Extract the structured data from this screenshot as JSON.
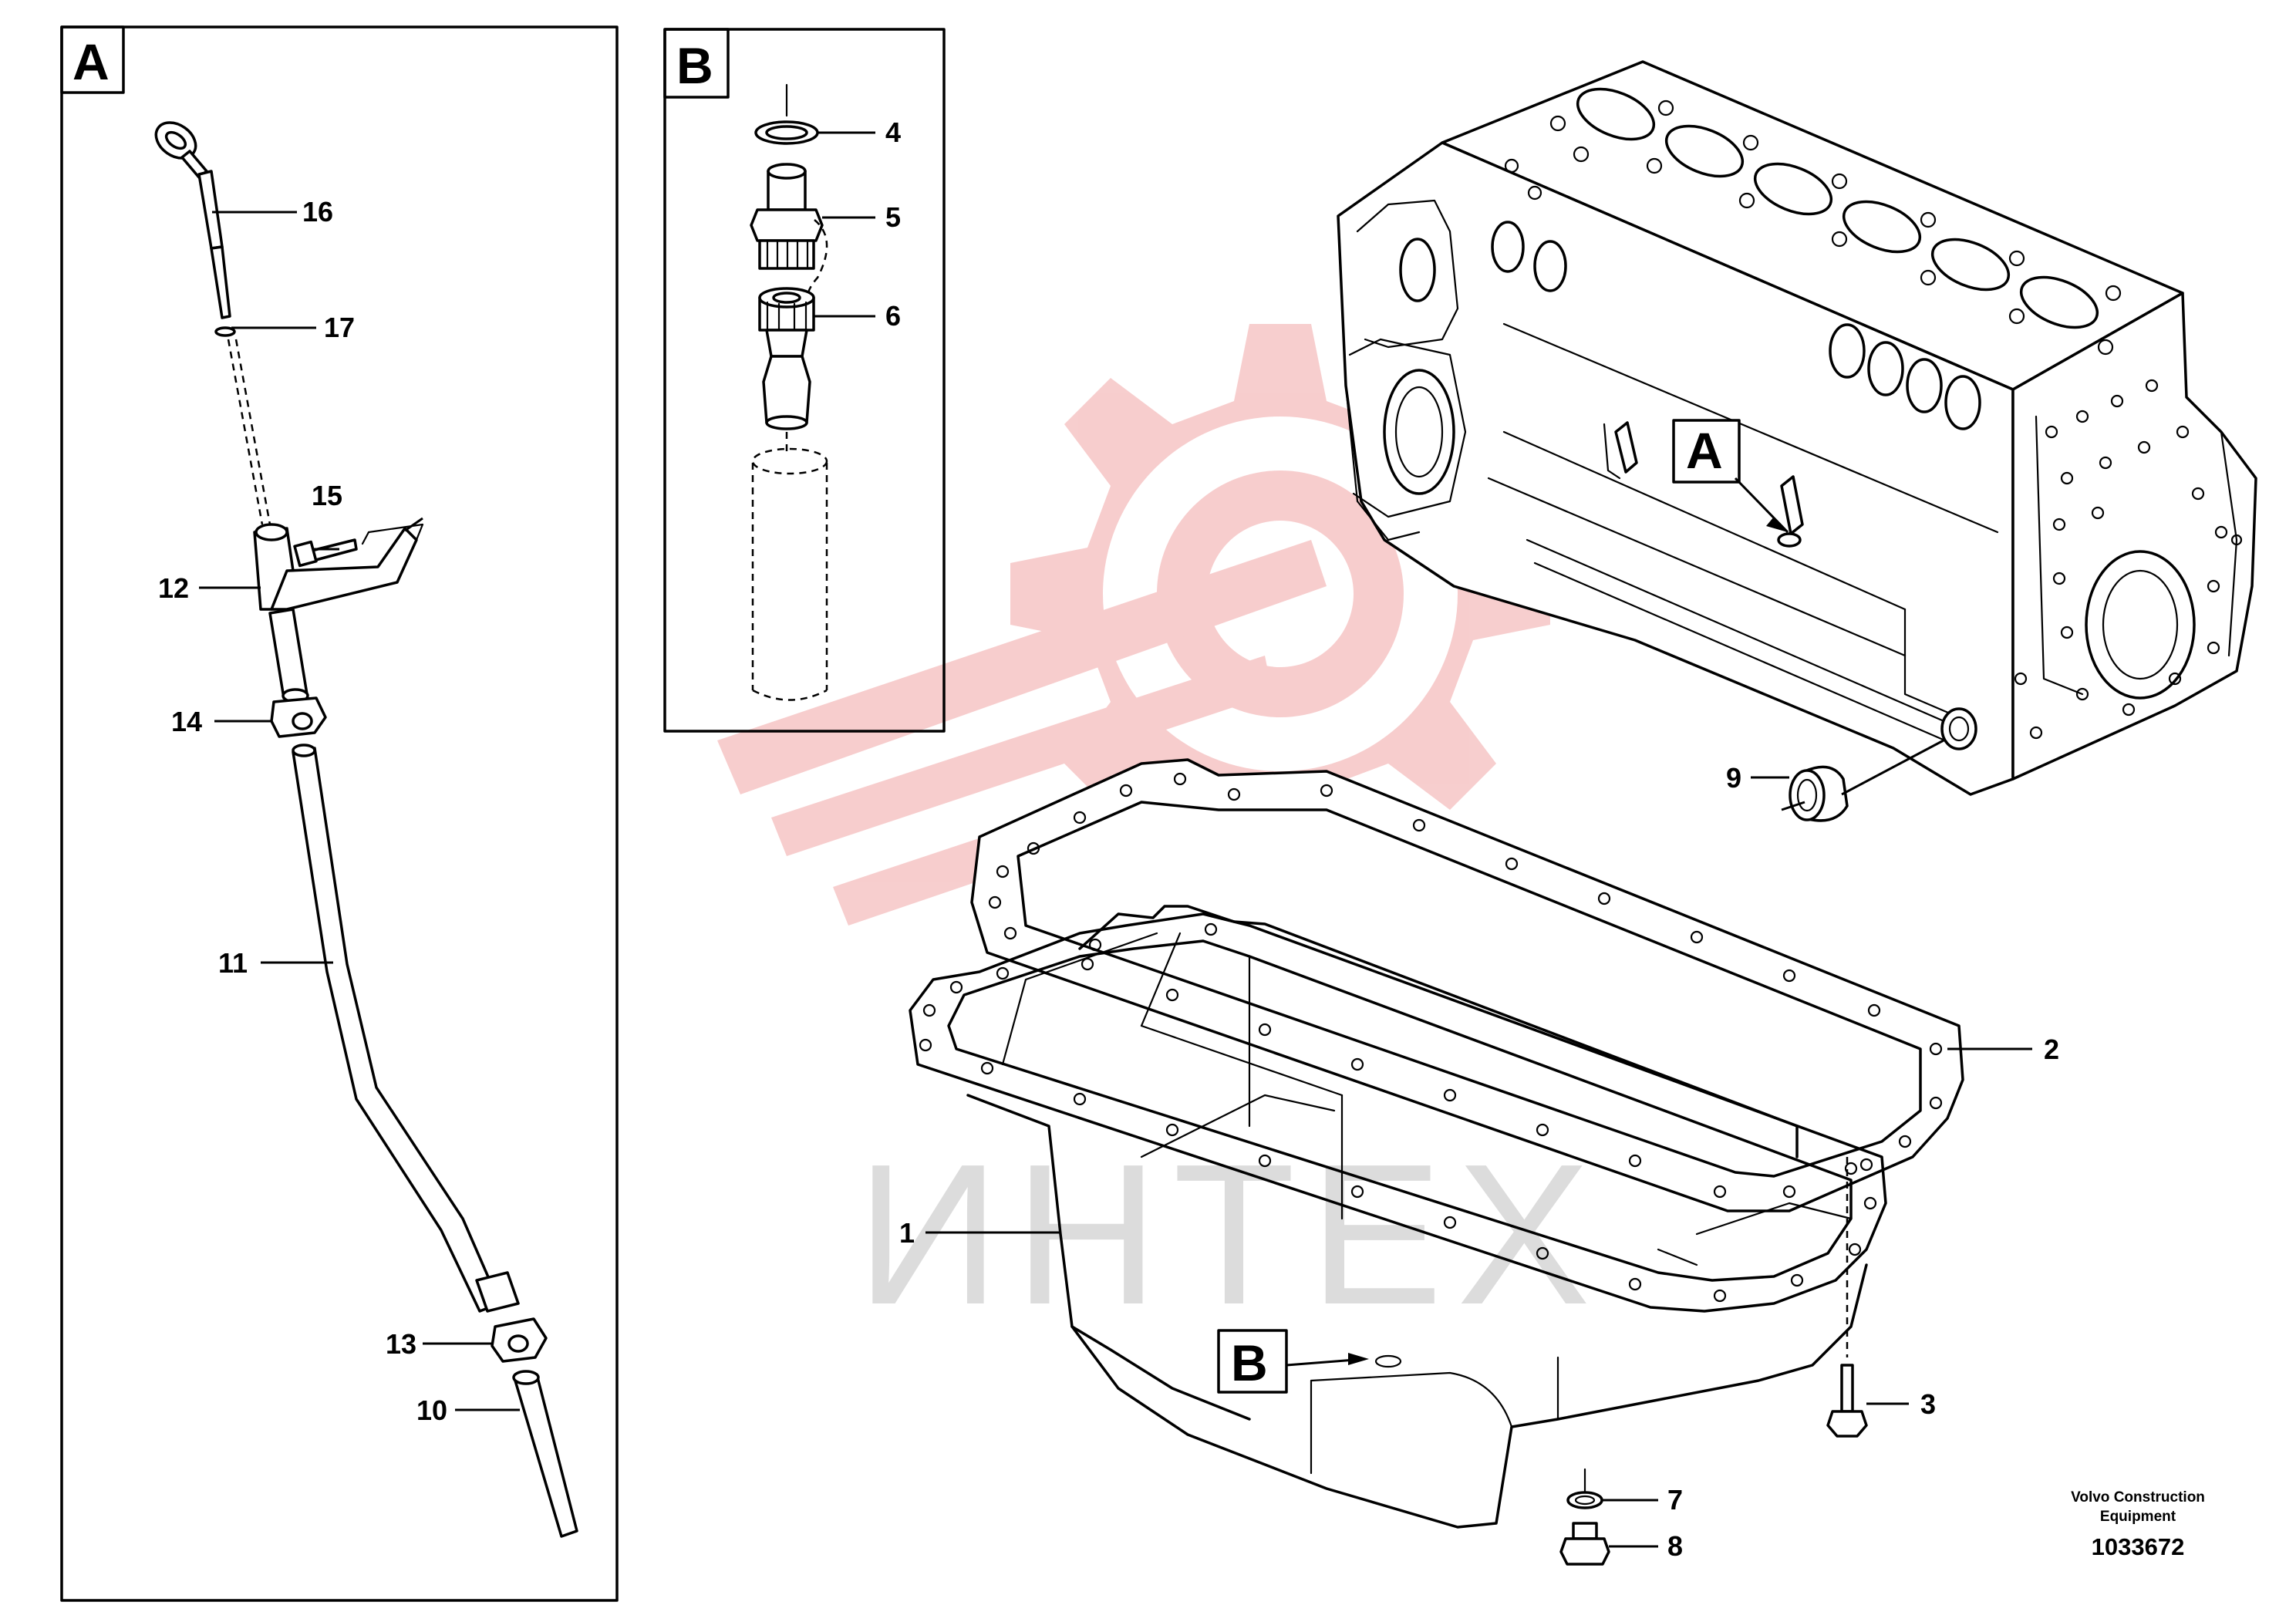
{
  "panels": {
    "detail_a_label": "A",
    "detail_b_label": "B",
    "engine_marker_a": "A",
    "pan_marker_b": "B"
  },
  "callouts": {
    "c1": "1",
    "c2": "2",
    "c3": "3",
    "c4": "4",
    "c5": "5",
    "c6": "6",
    "c7": "7",
    "c8": "8",
    "c9": "9",
    "c10": "10",
    "c11": "11",
    "c12": "12",
    "c13": "13",
    "c14": "14",
    "c15": "15",
    "c16": "16",
    "c17": "17"
  },
  "watermark": {
    "text": "ИНТЕХ",
    "color": "#f4b3b3"
  },
  "footer": {
    "company_line1": "Volvo Construction",
    "company_line2": "Equipment",
    "document_number": "1033672"
  },
  "colors": {
    "line": "#000000",
    "watermark_gear": "#f4b3b3"
  }
}
